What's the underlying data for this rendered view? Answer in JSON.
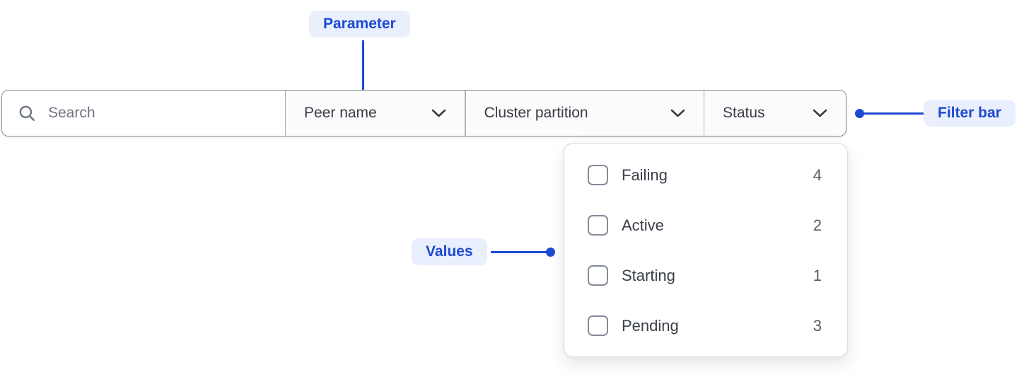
{
  "annotations": {
    "parameter_label": "Parameter",
    "filter_bar_label": "Filter bar",
    "values_label": "Values"
  },
  "filter_bar": {
    "search_placeholder": "Search",
    "dropdowns": [
      {
        "label": "Peer name"
      },
      {
        "label": "Cluster partition"
      },
      {
        "label": "Status",
        "expanded": true
      }
    ]
  },
  "status_menu": {
    "options": [
      {
        "label": "Failing",
        "count": "4",
        "checked": false
      },
      {
        "label": "Active",
        "count": "2",
        "checked": false
      },
      {
        "label": "Starting",
        "count": "1",
        "checked": false
      },
      {
        "label": "Pending",
        "count": "3",
        "checked": false
      }
    ]
  },
  "colors": {
    "annotation_text": "#1d49d3",
    "annotation_bg": "#e9effc",
    "bar_border": "#84878e",
    "bar_divider": "#aeb1b6",
    "menu_border": "#d9dbe0",
    "text_primary": "#363b45",
    "placeholder_text": "#6f7480",
    "count_text": "#545b67",
    "checkbox_border": "#848b99"
  }
}
